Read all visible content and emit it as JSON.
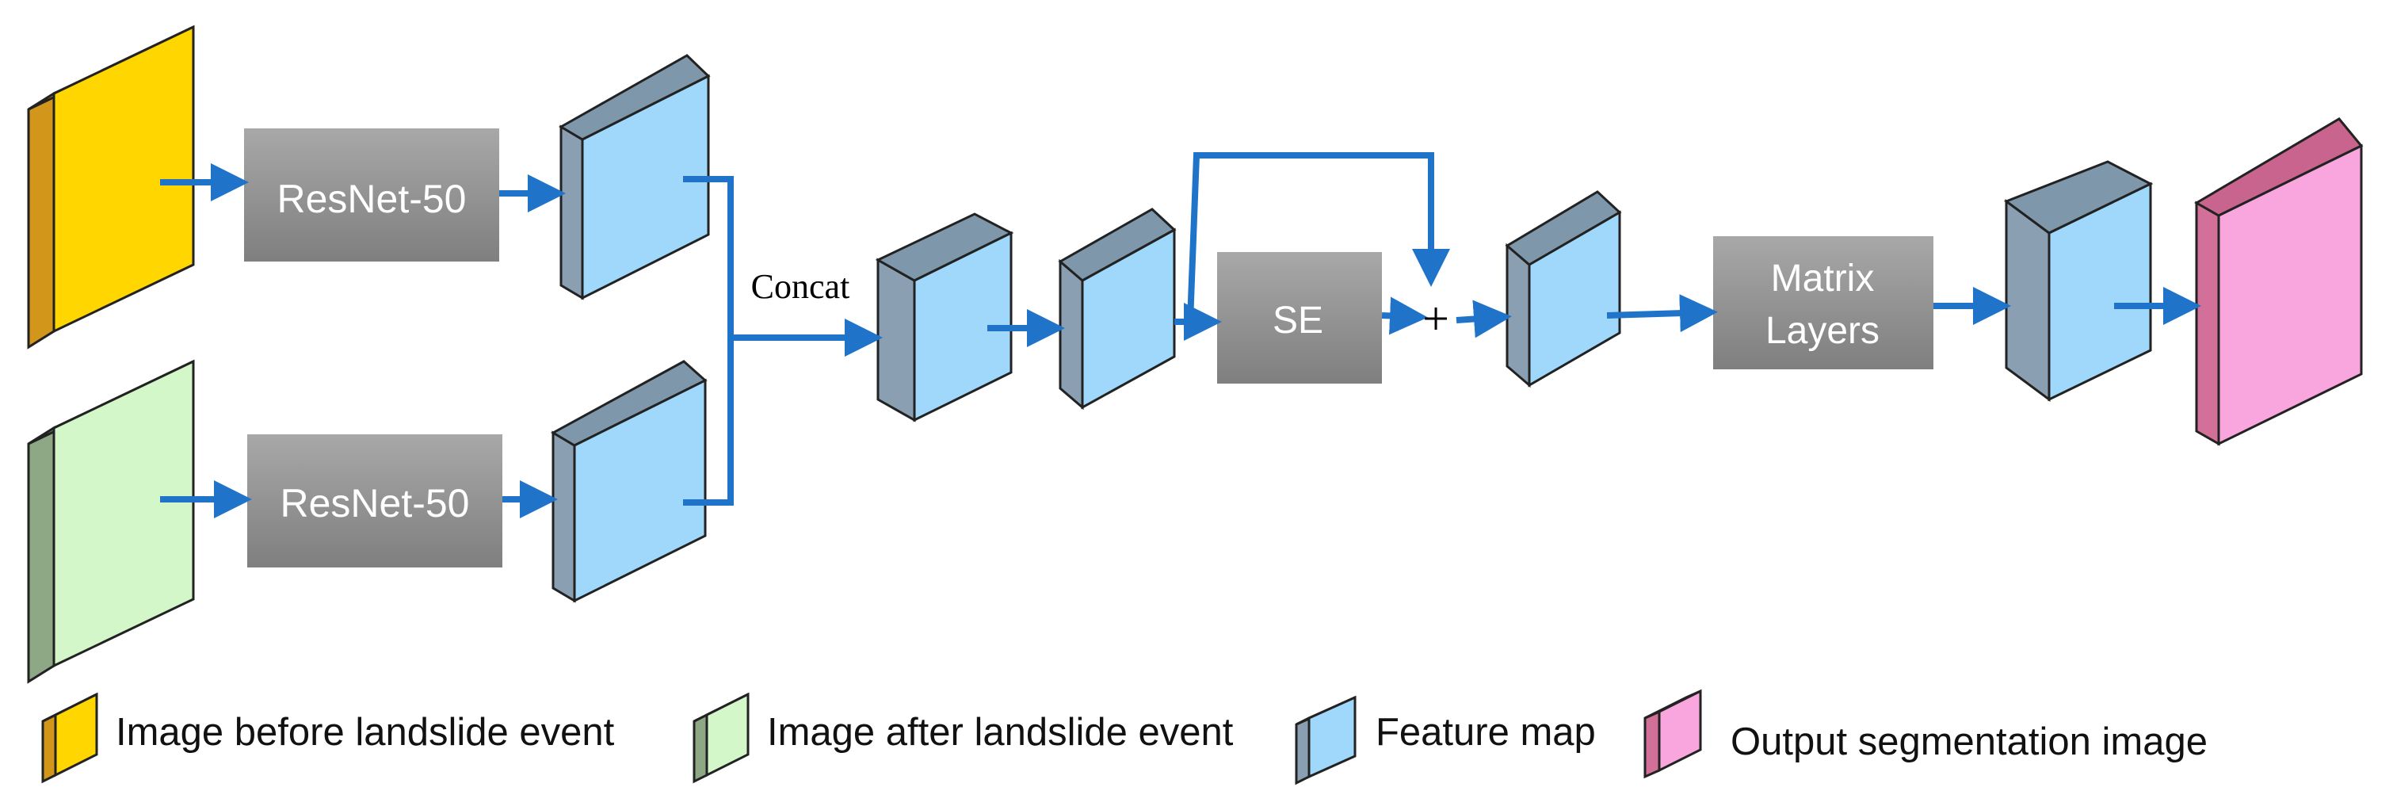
{
  "colors": {
    "arrow": "#1f74c9",
    "block_gray_top": "#a8a8a8",
    "block_gray_bottom": "#7f7f7f",
    "feature_front": "#9fd8fa",
    "feature_side": "#8aa0b2",
    "feature_top": "#7f97aa",
    "before_front": "#ffd600",
    "before_side": "#d2961a",
    "after_front": "#d3f7c9",
    "after_side": "#8ea886",
    "output_front": "#f9a6de",
    "output_side": "#d27099"
  },
  "blocks": {
    "resnet_top": "ResNet-50",
    "resnet_bottom": "ResNet-50",
    "se": "SE",
    "matrix_line1": "Matrix",
    "matrix_line2": "Layers"
  },
  "labels": {
    "concat": "Concat",
    "plus": "+"
  },
  "legend": {
    "before": "Image before landslide event",
    "after": "Image after landslide event",
    "feature": "Feature map",
    "output": "Output segmentation image"
  }
}
